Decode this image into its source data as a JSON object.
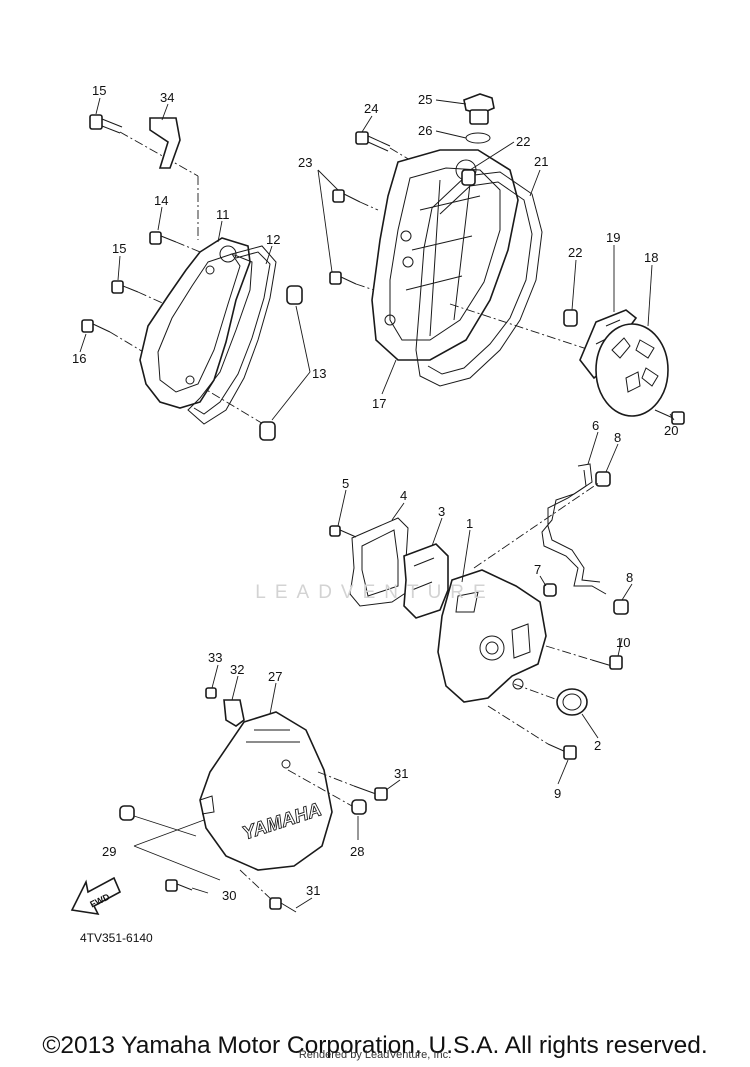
{
  "diagram": {
    "figure_code": "4TV351-6140",
    "copyright": "©2013 Yamaha Motor Corporation, U.S.A. All rights reserved.",
    "rendered_by": "Rendered by LeadVenture, Inc.",
    "watermark": "LEADVENTURE",
    "cover_brand": "YAMAHA",
    "fwd_label": "FWD",
    "parts": [
      {
        "id": "p1",
        "label": "1"
      },
      {
        "id": "p2",
        "label": "2"
      },
      {
        "id": "p3",
        "label": "3"
      },
      {
        "id": "p4",
        "label": "4"
      },
      {
        "id": "p5",
        "label": "5"
      },
      {
        "id": "p6",
        "label": "6"
      },
      {
        "id": "p7",
        "label": "7"
      },
      {
        "id": "p8a",
        "label": "8"
      },
      {
        "id": "p8b",
        "label": "8"
      },
      {
        "id": "p9",
        "label": "9"
      },
      {
        "id": "p10",
        "label": "10"
      },
      {
        "id": "p11",
        "label": "11"
      },
      {
        "id": "p12",
        "label": "12"
      },
      {
        "id": "p13",
        "label": "13"
      },
      {
        "id": "p14",
        "label": "14"
      },
      {
        "id": "p15a",
        "label": "15"
      },
      {
        "id": "p15b",
        "label": "15"
      },
      {
        "id": "p16",
        "label": "16"
      },
      {
        "id": "p17",
        "label": "17"
      },
      {
        "id": "p18",
        "label": "18"
      },
      {
        "id": "p19",
        "label": "19"
      },
      {
        "id": "p20",
        "label": "20"
      },
      {
        "id": "p21",
        "label": "21"
      },
      {
        "id": "p22a",
        "label": "22"
      },
      {
        "id": "p22b",
        "label": "22"
      },
      {
        "id": "p23",
        "label": "23"
      },
      {
        "id": "p24",
        "label": "24"
      },
      {
        "id": "p25",
        "label": "25"
      },
      {
        "id": "p26",
        "label": "26"
      },
      {
        "id": "p27",
        "label": "27"
      },
      {
        "id": "p28",
        "label": "28"
      },
      {
        "id": "p29",
        "label": "29"
      },
      {
        "id": "p30",
        "label": "30"
      },
      {
        "id": "p31a",
        "label": "31"
      },
      {
        "id": "p31b",
        "label": "31"
      },
      {
        "id": "p32",
        "label": "32"
      },
      {
        "id": "p33",
        "label": "33"
      },
      {
        "id": "p34",
        "label": "34"
      }
    ]
  }
}
